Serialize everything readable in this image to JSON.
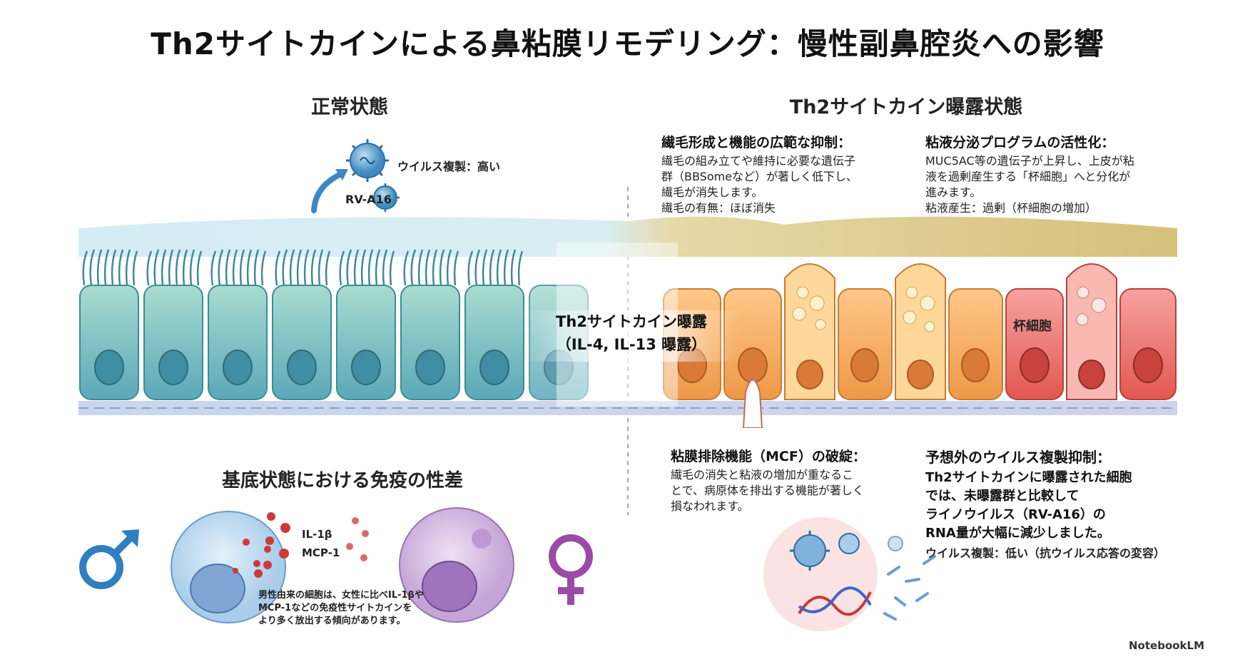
{
  "title": "Th2サイトカインによる鼻粘膜リモデリング：慢性副鼻腔炎への影響",
  "normal": {
    "header": "正常状態",
    "virus_label": "ウイルス複製：高い",
    "virus_name": "RV-A16"
  },
  "exposed": {
    "header": "Th2サイトカイン曝露状態",
    "badge_line1": "Th2サイトカイン曝露",
    "badge_line2": "（IL-4, IL-13 曝露）",
    "goblet_label": "杯細胞",
    "cilia_note": {
      "title": "繊毛形成と機能の広範な抑制：",
      "lines": [
        "繊毛の組み立てや維持に必要な遺伝子",
        "群（BBSomeなど）が著しく低下し、",
        "繊毛が消失します。",
        "繊毛の有無：ほぼ消失"
      ]
    },
    "mucus_note": {
      "title": "粘液分泌プログラムの活性化：",
      "lines": [
        "MUC5AC等の遺伝子が上昇し、上皮が粘",
        "液を過剰産生する「杯細胞」へと分化が",
        "進みます。",
        "粘液産生：過剰（杯細胞の増加）"
      ]
    },
    "mcf_note": {
      "title": "粘膜排除機能（MCF）の破綻：",
      "lines": [
        "繊毛の消失と粘液の増加が重なるこ",
        "とで、病原体を排出する機能が著しく",
        "損なわれます。"
      ]
    },
    "virus_note": {
      "title": "予想外のウイルス複製抑制：",
      "lines": [
        "Th2サイトカインに曝露された細胞",
        "では、未曝露群と比較して",
        "ライノウイルス（RV-A16）の",
        "RNA量が大幅に減少しました。"
      ],
      "footer": "ウイルス複製：低い（抗ウイルス応答の変容）"
    }
  },
  "immune": {
    "header": "基底状態における免疫の性差",
    "cytokine1": "IL-1β",
    "cytokine2": "MCP-1",
    "male_note_lines": [
      "男性由来の細胞は、女性に比べIL-1βや",
      "MCP-1などの免疫性サイトカインを",
      "より多く放出する傾向があります。"
    ],
    "male_symbol": "♂",
    "female_symbol": "♀"
  },
  "brand": "NotebookLM",
  "colors": {
    "normal_cell": "#6fb8b4",
    "exposed_cell": "#f3a24a",
    "goblet_cell": "#e8605a",
    "male": "#2f7fc0",
    "female": "#9b4aa8"
  }
}
